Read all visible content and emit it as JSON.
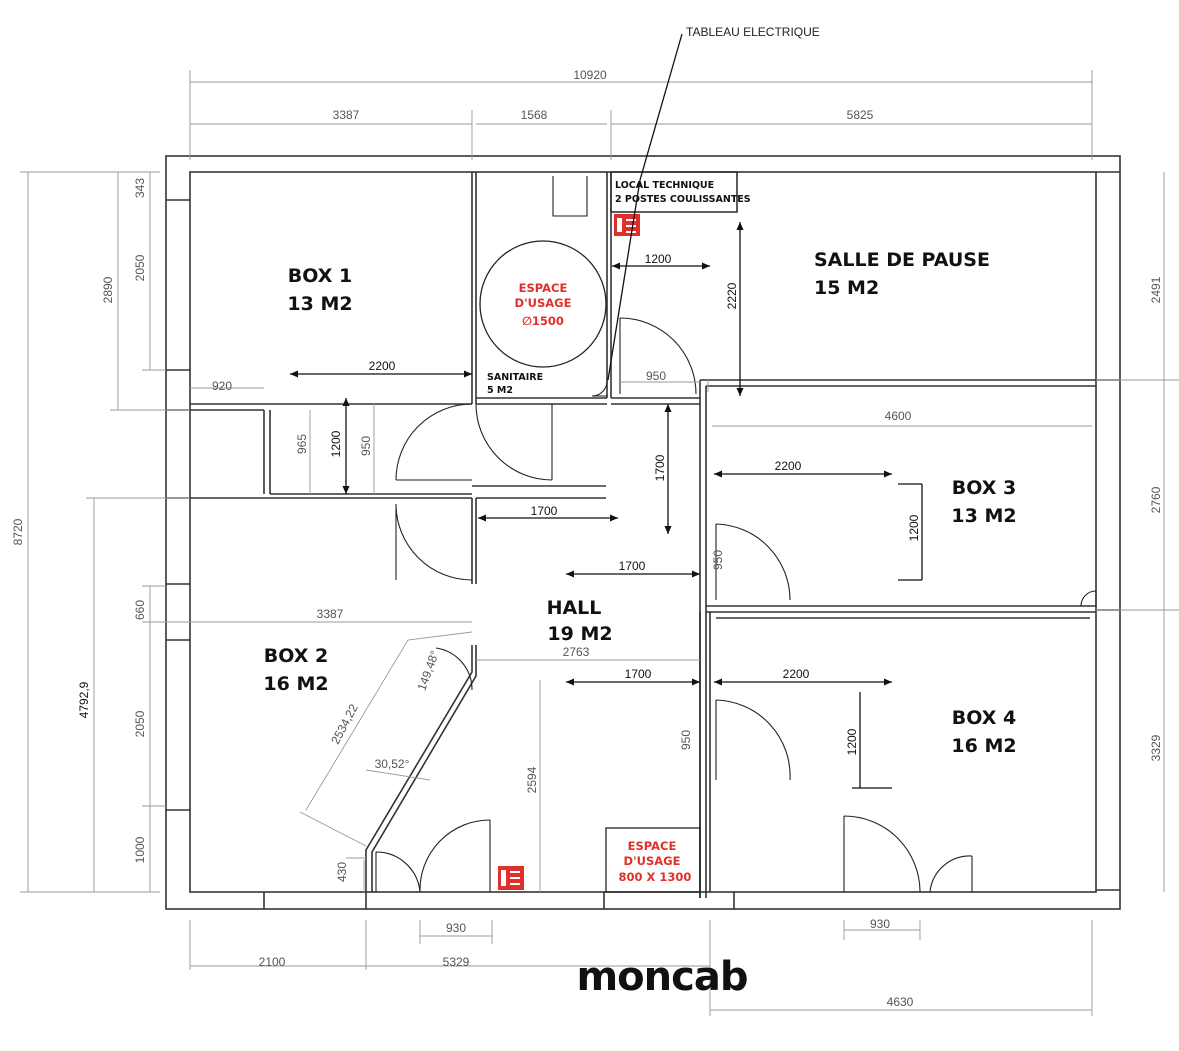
{
  "overall": {
    "width": "10920",
    "height": "8720",
    "logo": "moncab"
  },
  "annotations": {
    "electric_panel": "TABLEAU ELECTRIQUE"
  },
  "rooms": {
    "box1": {
      "name": "BOX 1",
      "area": "13 M2"
    },
    "box2": {
      "name": "BOX 2",
      "area": "16 M2"
    },
    "box3": {
      "name": "BOX 3",
      "area": "13 M2"
    },
    "box4": {
      "name": "BOX 4",
      "area": "16 M2"
    },
    "hall": {
      "name": "HALL",
      "area": "19 M2"
    },
    "pause": {
      "name": "SALLE DE PAUSE",
      "area": "15 M2"
    },
    "sanitaire": {
      "name": "SANITAIRE",
      "area": "5 M2"
    },
    "local": {
      "line1": "LOCAL TECHNIQUE",
      "line2": "2 POSTES COULISSANTES"
    }
  },
  "usage_zones": {
    "circle": {
      "line1": "ESPACE",
      "line2": "D'USAGE",
      "line3": "∅1500"
    },
    "rect": {
      "line1": "ESPACE",
      "line2": "D'USAGE",
      "line3": "800 X 1300"
    }
  },
  "dimensions": {
    "top_3387": "3387",
    "top_1568": "1568",
    "top_5825": "5825",
    "left_343": "343",
    "left_2050a": "2050",
    "left_2890": "2890",
    "left_660": "660",
    "left_2050b": "2050",
    "left_1000": "1000",
    "left_4792": "4792,9",
    "right_2491": "2491",
    "right_2760": "2760",
    "right_3329": "3329",
    "bottom_2100": "2100",
    "bottom_5329": "5329",
    "bottom_930a": "930",
    "bottom_930b": "930",
    "bottom_4630": "4630",
    "d_2200_box1": "2200",
    "d_920": "920",
    "d_965": "965",
    "d_1200_box1": "1200",
    "d_950_box1": "950",
    "d_1200_pause": "1200",
    "d_2220": "2220",
    "d_950_pause": "950",
    "d_4600": "4600",
    "d_2200_box3": "2200",
    "d_1200_box3": "1200",
    "d_950_box3": "950",
    "d_1700_hall_h": "1700",
    "d_1700_hall_v": "1700",
    "d_1700_hall_mid": "1700",
    "d_1700_hall_low": "1700",
    "d_3387_box2": "3387",
    "d_2763": "2763",
    "d_149": "149,48°",
    "d_2534": "2534,22",
    "d_30": "30,52°",
    "d_2594": "2594",
    "d_430": "430",
    "d_2200_box4": "2200",
    "d_1200_box4": "1200",
    "d_950_box4": "950"
  },
  "colors": {
    "warning_red": "#e0302b",
    "wall": "#333333"
  }
}
